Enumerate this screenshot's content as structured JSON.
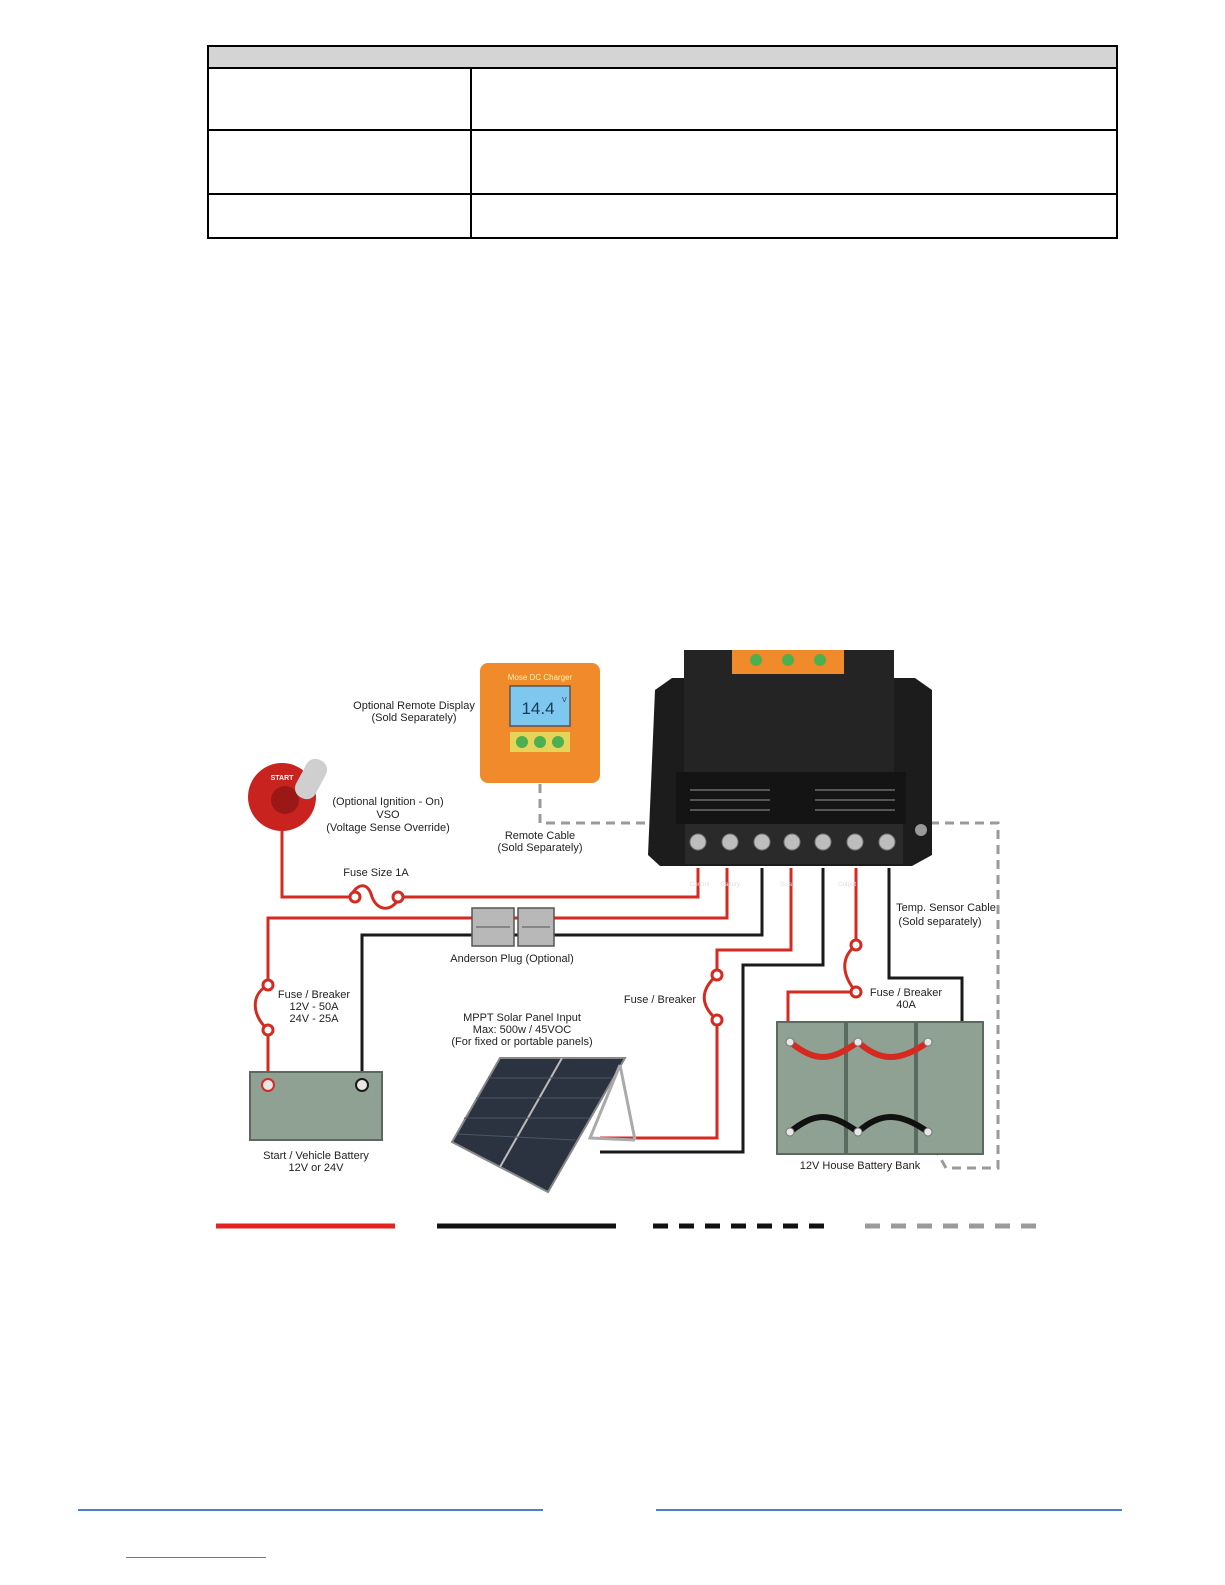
{
  "table": {
    "header": "",
    "rows": [
      {
        "label": "",
        "value": ""
      },
      {
        "label": "",
        "value": ""
      },
      {
        "label": "",
        "value": ""
      }
    ]
  },
  "diagram": {
    "remote_display": {
      "label_line1": "Optional Remote Display",
      "label_line2": "(Sold Separately)",
      "brand": "Mose DC Charger",
      "reading": "14.4",
      "unit": "V"
    },
    "ignition": {
      "key_text": "START",
      "line1": "(Optional Ignition - On)",
      "line2": "VSO",
      "line3": "(Voltage Sense Override)"
    },
    "remote_cable": {
      "line1": "Remote Cable",
      "line2": "(Sold Separately)"
    },
    "fuse_1a": "Fuse Size 1A",
    "anderson": "Anderson Plug (Optional)",
    "fuse_breaker_start": {
      "line1": "Fuse / Breaker",
      "line2": "12V - 50A",
      "line3": "24V - 25A"
    },
    "start_battery": {
      "line1": "Start / Vehicle Battery",
      "line2": "12V or 24V"
    },
    "solar": {
      "line1": "MPPT Solar Panel Input",
      "line2": "Max: 500w / 45VOC",
      "line3": "(For fixed or portable panels)"
    },
    "fuse_breaker_solar": "Fuse / Breaker",
    "fuse_breaker_house": {
      "line1": "Fuse / Breaker",
      "line2": "40A"
    },
    "temp_sensor": {
      "line1": "Temp. Sensor Cable",
      "line2": "(Sold separately)"
    },
    "house_bank": "12V House Battery Bank",
    "terminals": {
      "control": "Control",
      "battery": "Battery",
      "solar": "Solar",
      "output": "Output"
    }
  },
  "legend": [
    {
      "style": "solid",
      "color": "#e32322"
    },
    {
      "style": "solid",
      "color": "#111111"
    },
    {
      "style": "dashed",
      "color": "#111111"
    },
    {
      "style": "dashed",
      "color": "#9a9a9a"
    }
  ],
  "colors": {
    "positive_wire": "#d42a20",
    "negative_wire": "#1a1a1a",
    "charger_body": "#1e1e1e",
    "orange": "#f08a2a",
    "battery": "#8fa192",
    "footer_line": "#4a7fd0"
  }
}
